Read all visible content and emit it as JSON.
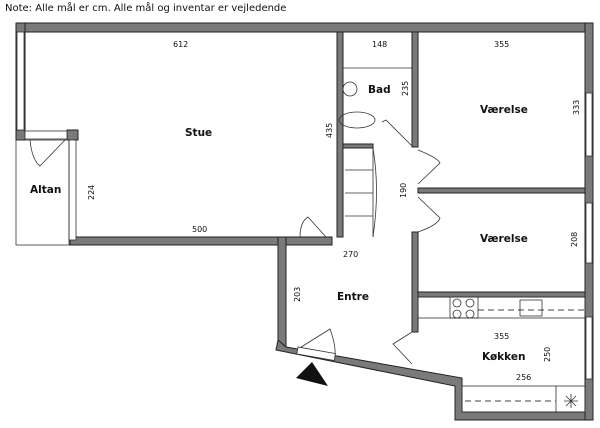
{
  "note": "Note: Alle mål er cm. Alle mål og inventar er vejledende",
  "rooms": {
    "stue": "Stue",
    "altan": "Altan",
    "bad": "Bad",
    "vaerelse1": "Værelse",
    "vaerelse2": "Værelse",
    "entre": "Entre",
    "koekken": "Køkken"
  },
  "dimensions": {
    "stue_width": "612",
    "stue_height": "435",
    "stue_bottom": "500",
    "altan_height": "224",
    "bad_width": "148",
    "bad_height": "235",
    "vaerelse1_width": "355",
    "vaerelse1_height": "333",
    "hall_height": "190",
    "vaerelse2_height": "208",
    "entre_width": "270",
    "entre_height": "203",
    "koekken_width": "355",
    "koekken_height": "250",
    "koekken_bottom": "256"
  }
}
